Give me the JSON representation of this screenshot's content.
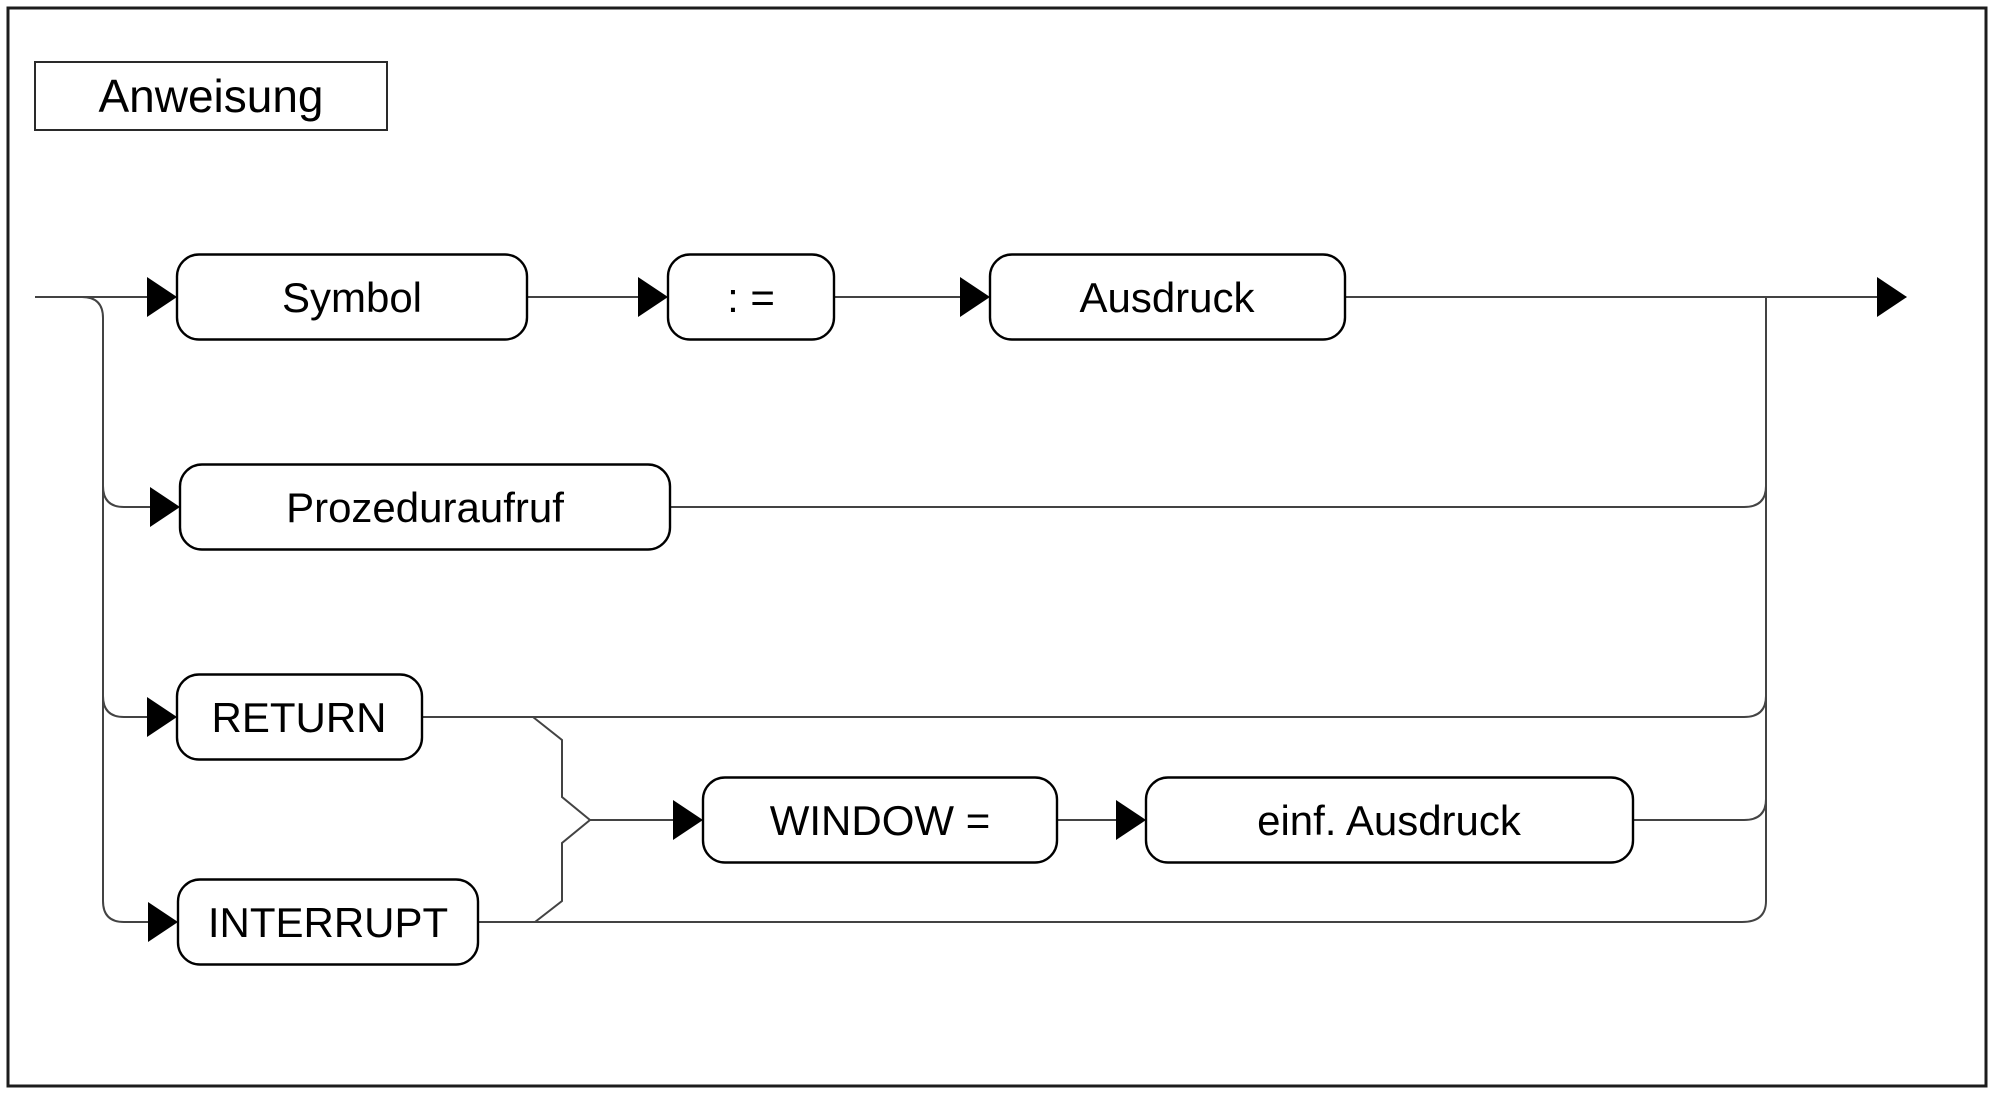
{
  "diagram": {
    "kind": "syntax-railroad-diagram",
    "title": "Anweisung",
    "colors": {
      "background": "#ffffff",
      "rail_line": "#434343",
      "node_border": "#000000",
      "node_fill": "#ffffff",
      "arrow": "#000000",
      "text": "#000000",
      "frame_border": "#1c1c1c"
    },
    "nodes": {
      "symbol": {
        "label": "Symbol",
        "shape": "rounded-box"
      },
      "assign_op": {
        "label": ": =",
        "shape": "rounded-box"
      },
      "ausdruck": {
        "label": "Ausdruck",
        "shape": "rounded-box"
      },
      "prozeduraufruf": {
        "label": "Prozeduraufruf",
        "shape": "rounded-box"
      },
      "return_kw": {
        "label": "RETURN",
        "shape": "rounded-box"
      },
      "interrupt_kw": {
        "label": "INTERRUPT",
        "shape": "rounded-box"
      },
      "window_eq": {
        "label": "WINDOW =",
        "shape": "rounded-box"
      },
      "einf_ausdruck": {
        "label": "einf. Ausdruck",
        "shape": "rounded-box"
      }
    },
    "branches": [
      {
        "sequence": [
          "Symbol",
          ": =",
          "Ausdruck"
        ]
      },
      {
        "sequence": [
          "Prozeduraufruf"
        ]
      },
      {
        "sequence": [
          "RETURN"
        ],
        "optional_tail": [
          "WINDOW =",
          "einf. Ausdruck"
        ]
      },
      {
        "sequence": [
          "INTERRUPT"
        ],
        "optional_tail": [
          "WINDOW =",
          "einf. Ausdruck"
        ]
      }
    ]
  }
}
